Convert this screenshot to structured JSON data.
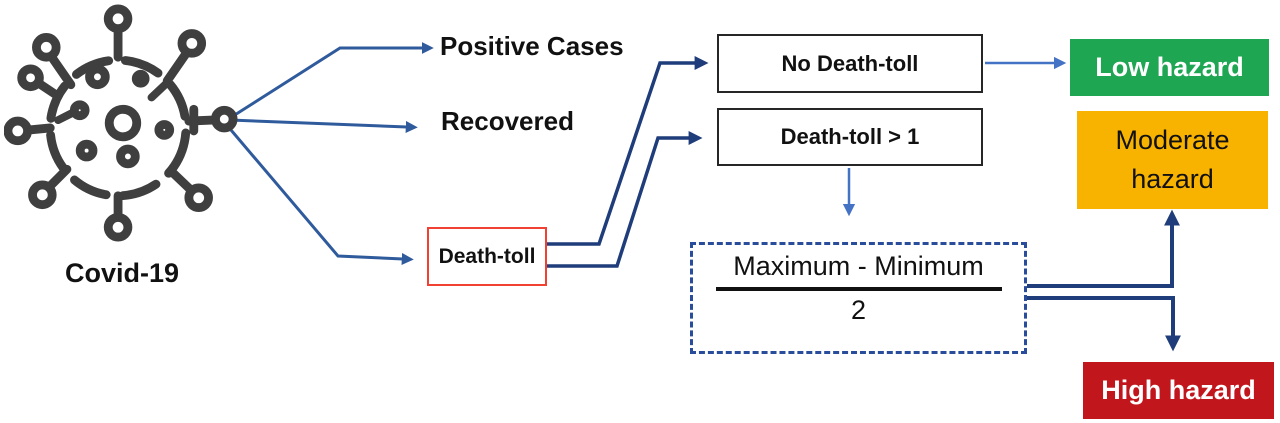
{
  "diagram": {
    "source_label": "Covid-19",
    "branch_positive": "Positive Cases",
    "branch_recovered": "Recovered",
    "branch_death": "Death-toll",
    "box_no_death": "No Death-toll",
    "box_death_gt1": "Death-toll > 1",
    "formula_numerator": "Maximum - Minimum",
    "formula_denominator": "2",
    "outcome_low": "Low hazard",
    "outcome_moderate": "Moderate hazard",
    "outcome_high": "High hazard"
  },
  "icons": {
    "virus": "coronavirus-icon"
  },
  "colors": {
    "connector_blue": "#2f5b9d",
    "connector_navy": "#1f3d7a",
    "arrow_light_blue": "#4472c4",
    "hazard_green": "#1ea653",
    "hazard_amber": "#f8b200",
    "hazard_red": "#c1161c",
    "death_toll_border_red": "#f04132",
    "formula_border_blue": "#2a4d9b",
    "box_border_dark": "#262626",
    "virus_icon_gray": "#3f3f3f",
    "text_black": "#111111",
    "text_white": "#ffffff"
  }
}
